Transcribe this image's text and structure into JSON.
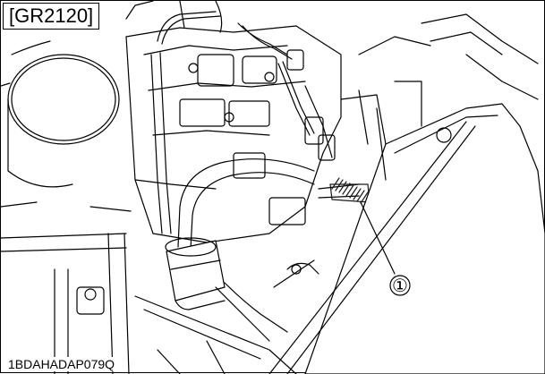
{
  "figure": {
    "label": "[GR2120]",
    "image_code": "1BDAHADAP079Q"
  },
  "callouts": [
    {
      "number": "①"
    }
  ],
  "colors": {
    "line": "#000000",
    "background": "#ffffff",
    "hatch": "#1a1a1a"
  }
}
